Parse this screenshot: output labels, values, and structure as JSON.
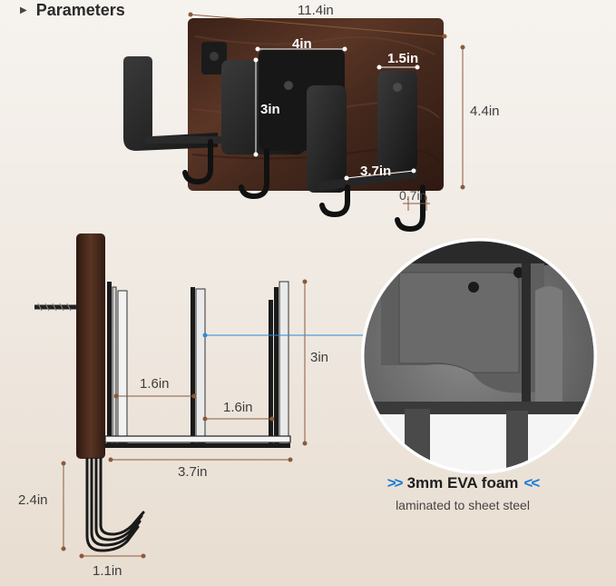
{
  "header": {
    "title": "Parameters",
    "arrow_icon": "triangle-right-icon"
  },
  "dimensions": {
    "overall_width": "11.4in",
    "overall_height": "4.4in",
    "slot_width": "4in",
    "small_slot_width": "1.5in",
    "slot_height": "3in",
    "base_depth": "3.7in",
    "panel_thickness": "0.7in",
    "side_slot_height": "3in",
    "side_gap_left": "1.6in",
    "side_gap_right": "1.6in",
    "side_base_depth": "3.7in",
    "hook_height": "2.4in",
    "hook_width": "1.1in"
  },
  "callout": {
    "title": "3mm EVA foam",
    "subtitle": "laminated to sheet steel",
    "chevron_left": ">>",
    "chevron_right": "<<",
    "accent_color": "#1c7cd6"
  },
  "colors": {
    "walnut": "#4a2c20",
    "steel_black": "#1e1e1e",
    "dimension_line": "#8a5a3a",
    "blue_line": "#2a8bd8"
  }
}
